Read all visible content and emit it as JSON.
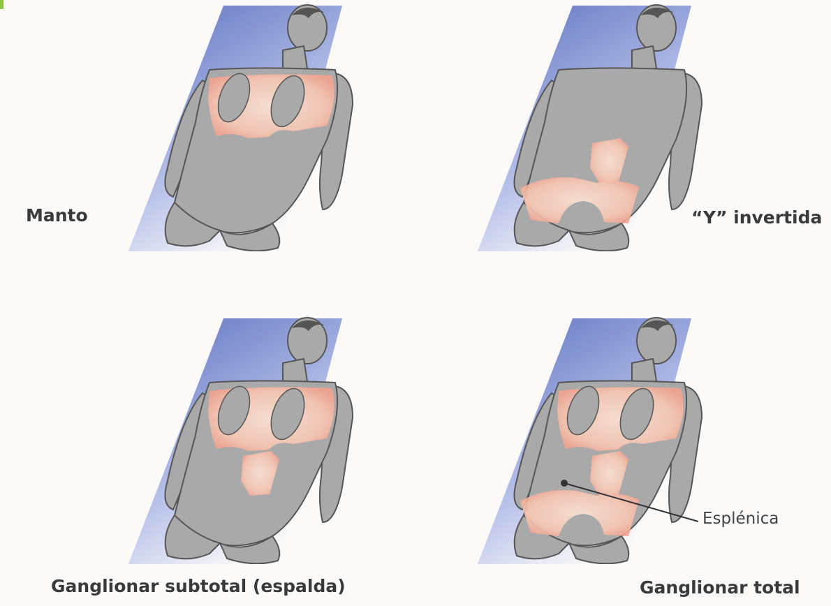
{
  "colors": {
    "corner_mark": "#8dc63f",
    "table_blue": "#5b6fc0",
    "body_gray": "#a9a9a9",
    "body_outline": "#555555",
    "field_pink": "#f3a390",
    "field_light": "#fde3d6",
    "label_text": "#3a3a3a"
  },
  "icons": {
    "corner": "green-corner-mark"
  },
  "panels": [
    {
      "id": "manto",
      "label": "Manto",
      "fields": [
        "mantle"
      ]
    },
    {
      "id": "y-invertida",
      "label": "“Y” invertida",
      "fields": [
        "paraaortic",
        "pelvic"
      ]
    },
    {
      "id": "subtotal",
      "label": "Ganglionar subtotal (espalda)",
      "fields": [
        "mantle",
        "paraaortic"
      ]
    },
    {
      "id": "total",
      "label": "Ganglionar total",
      "fields": [
        "mantle",
        "paraaortic",
        "pelvic"
      ],
      "callout": "Esplénica"
    }
  ]
}
